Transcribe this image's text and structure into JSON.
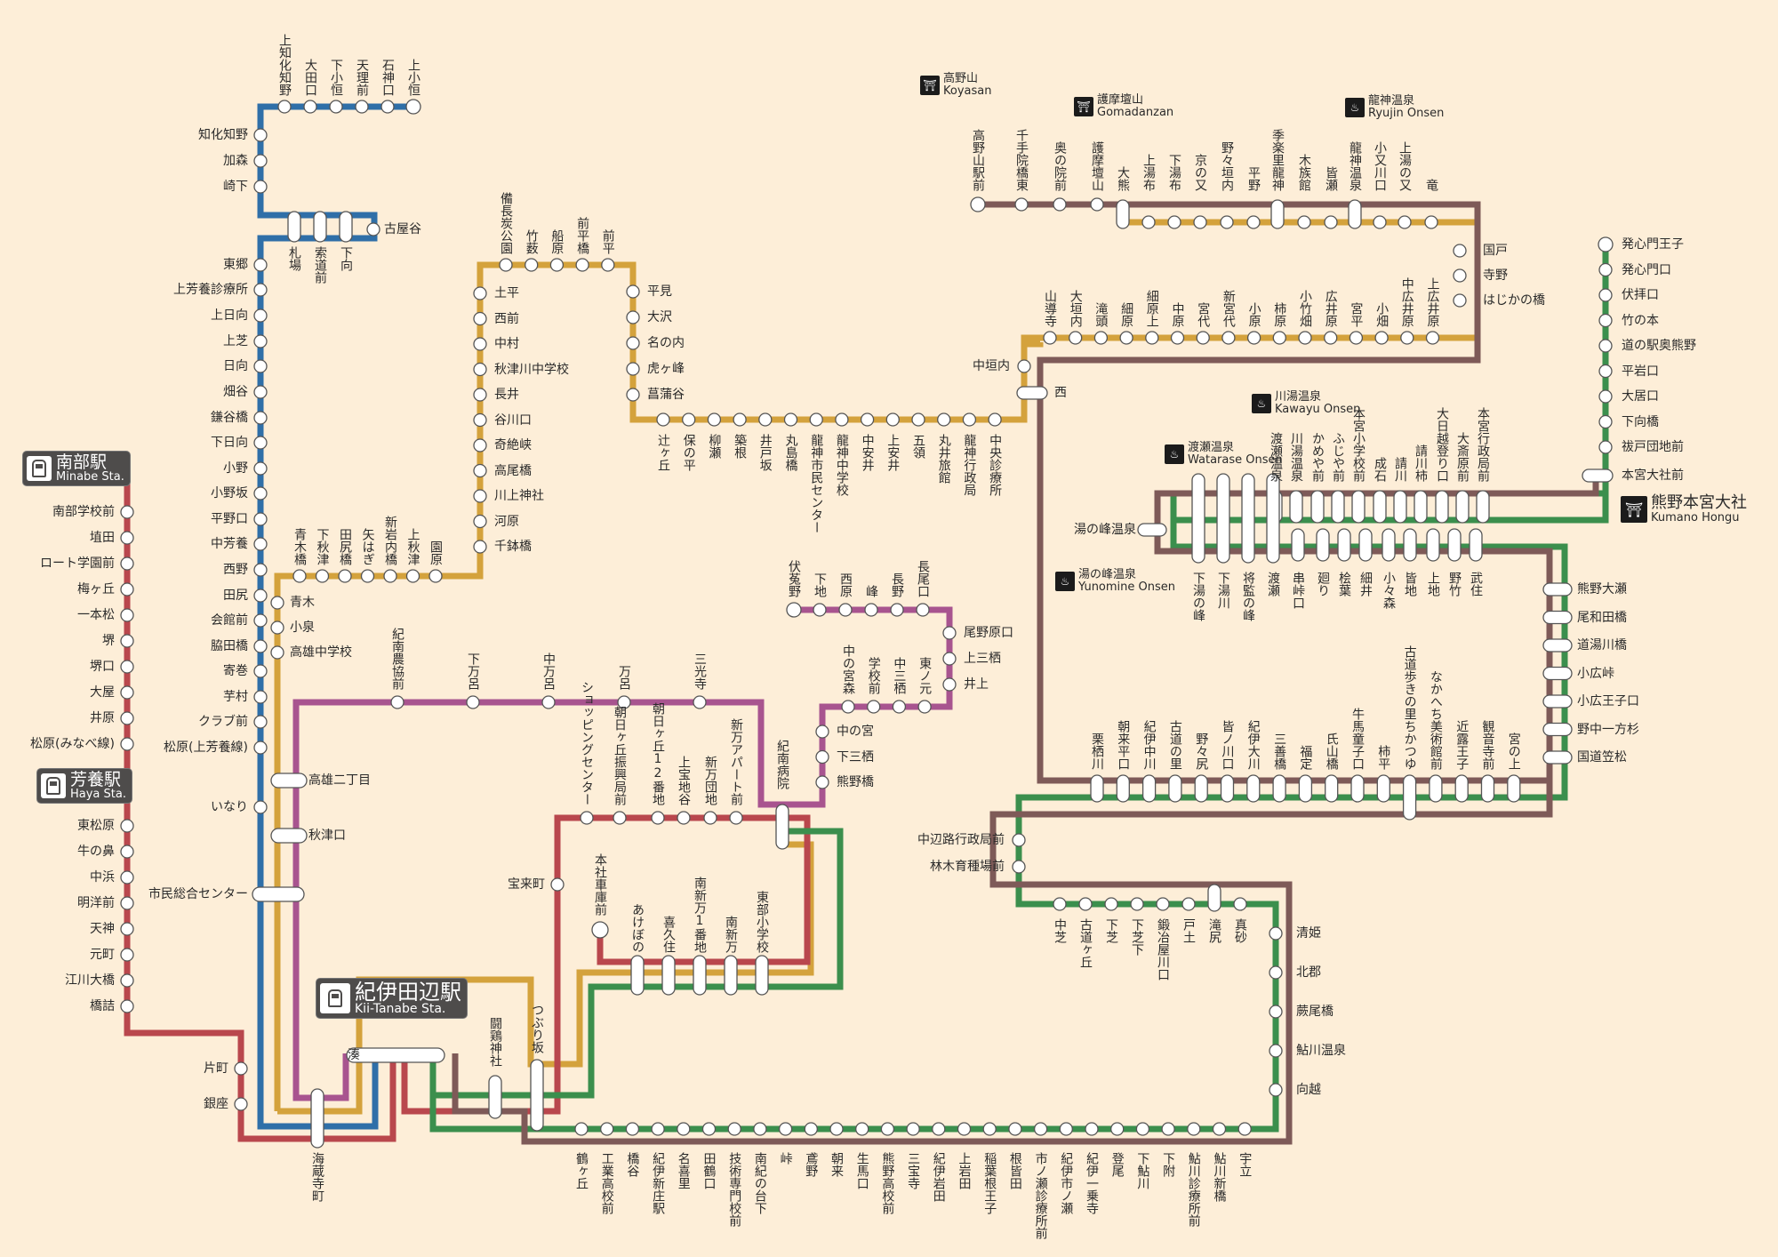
{
  "colors": {
    "background": "#fdeed8",
    "blue_line": "#2f6fa8",
    "gold_line": "#d4a23c",
    "red_line": "#b9474d",
    "purple_line": "#a8548f",
    "brown_line": "#7e5a58",
    "green_line": "#3b8f4d",
    "badge_bg": "#4e4c4b"
  },
  "terminals": {
    "minabe": {
      "ja": "南部駅",
      "en": "Minabe Sta.",
      "icon": "train-icon"
    },
    "haya": {
      "ja": "芳養駅",
      "en": "Haya Sta.",
      "icon": "train-icon"
    },
    "kii_tanabe": {
      "ja": "紀伊田辺駅",
      "en": "Kii-Tanabe Sta.",
      "icon": "train-icon"
    }
  },
  "landmarks": {
    "koyasan": {
      "ja": "高野山",
      "en": "Koyasan",
      "icon": "temple-icon"
    },
    "gomadanzan": {
      "ja": "護摩壇山",
      "en": "Gomadanzan",
      "icon": "temple-icon"
    },
    "ryujin": {
      "ja": "龍神温泉",
      "en": "Ryujin Onsen",
      "icon": "hot-spring-icon"
    },
    "kawayu": {
      "ja": "川湯温泉",
      "en": "Kawayu Onsen",
      "icon": "hot-spring-icon"
    },
    "watarase": {
      "ja": "渡瀬温泉",
      "en": "Watarase Onsen",
      "icon": "hot-spring-icon"
    },
    "yunomine": {
      "ja": "湯の峰温泉",
      "en": "Yunomine Onsen",
      "icon": "hot-spring-icon"
    },
    "kumano_hongu": {
      "ja": "熊野本宮大社",
      "en": "Kumano Hongu",
      "icon": "temple-icon"
    }
  },
  "stations": {
    "minabe_line": [
      "南部学校前",
      "埴田",
      "ロート学園前",
      "梅ヶ丘",
      "一本松",
      "堺",
      "堺口",
      "大屋",
      "井原",
      "松原(みなべ線)"
    ],
    "haya_line": [
      "東松原",
      "牛の鼻",
      "中浜",
      "明洋前",
      "天神",
      "元町",
      "江川大橋",
      "橋詰",
      "片町",
      "銀座"
    ],
    "kamihaya_top": [
      "上知化知野",
      "大田口",
      "下小恒",
      "天理前",
      "石神口",
      "上小恒"
    ],
    "kamihaya_west": [
      "知化知野",
      "加森",
      "崎下",
      "東郷",
      "上芳養診療所",
      "上日向",
      "上芝",
      "日向",
      "畑谷",
      "鎌谷橋",
      "下日向",
      "小野",
      "小野坂",
      "平野口",
      "中芳養",
      "西野",
      "田尻",
      "会館前",
      "脇田橋",
      "寄巻",
      "芋村",
      "クラブ前",
      "松原(上芳養線)",
      "いなり"
    ],
    "kamihaya_loop": [
      "札場",
      "索道前",
      "下向"
    ],
    "kamihaya_loop_end": "古屋谷",
    "shared_trunk": [
      "高雄二丁目",
      "秋津口",
      "市民総合センター",
      "湊",
      "海蔵寺町"
    ],
    "gold_west": [
      "青木",
      "小泉",
      "高雄中学校"
    ],
    "gold_row": [
      "青木橋",
      "下秋津",
      "田尻橋",
      "矢はぎ",
      "新岩内橋",
      "上秋津",
      "園原"
    ],
    "gold_col": [
      "土平",
      "西前",
      "中村",
      "秋津川中学校",
      "長井",
      "谷川口",
      "奇絶峡",
      "高尾橋",
      "川上神社",
      "河原",
      "千鉢橋"
    ],
    "gold_top": [
      "備長炭公園",
      "竹薮",
      "船原",
      "前平橋",
      "前平"
    ],
    "gold_east_col": [
      "平見",
      "大沢",
      "名の内",
      "虎ヶ峰",
      "菖蒲谷"
    ],
    "gold_bottom": [
      "辻ヶ丘",
      "保の平",
      "柳瀬",
      "築根",
      "井戸坂",
      "丸島橋",
      "龍神市民センター",
      "龍神中学校",
      "中安井",
      "上安井",
      "五領",
      "丸井旅館",
      "龍神行政局",
      "中央診療所"
    ],
    "gold_upper_junction": [
      "中垣内",
      "西"
    ],
    "gold_row2": [
      "山導寺",
      "大垣内",
      "滝頭",
      "細原",
      "細原上",
      "中原",
      "宮代",
      "新宮代",
      "小原",
      "柿原",
      "小竹畑",
      "広井原",
      "宮平",
      "小畑",
      "中広井原",
      "上広井原"
    ],
    "gold_right_col": [
      "国戸",
      "寺野",
      "はじかの橋"
    ],
    "koya_top": [
      "高野山駅前",
      "千手院橋東",
      "奥の院前",
      "護摩壇山",
      "大熊",
      "上湯布",
      "下湯布",
      "京の又",
      "野々垣内",
      "平野",
      "季楽里龍神",
      "木族館",
      "皆瀬",
      "龍神温泉",
      "小又川口",
      "上湯の又",
      "竜"
    ],
    "purple_row": [
      "紀南農協前",
      "下万呂",
      "中万呂",
      "万呂",
      "三光寺"
    ],
    "purple_top": [
      "伏菟野",
      "下地",
      "西原",
      "峰",
      "長野",
      "長尾口"
    ],
    "purple_east": [
      "尾野原口",
      "上三栖",
      "井上"
    ],
    "purple_mid": [
      "中の宮森",
      "学校前",
      "中三栖",
      "東ノ元"
    ],
    "purple_col": [
      "中の宮",
      "下三栖",
      "熊野橋"
    ],
    "red_row": [
      "ショッピングセンター",
      "朝日ヶ丘振興局前",
      "朝日ヶ丘12番地",
      "上宝地谷",
      "新万団地",
      "新万アパート前",
      "紀南病院"
    ],
    "red_col": [
      "宝来町",
      "本社車庫前"
    ],
    "shinmachi": [
      "あけぼの",
      "喜久住",
      "南新万1番地",
      "南新万",
      "東部小学校"
    ],
    "kiitanabe_east": [
      "闘鶏神社",
      "つぶり坂"
    ],
    "bottom_row": [
      "鶴ヶ丘",
      "工業高校前",
      "橋谷",
      "紀伊新庄駅",
      "名喜里",
      "田鶴口",
      "技術専門校前",
      "南紀の台下",
      "峠",
      "鳶野",
      "朝来",
      "生馬口",
      "熊野高校前",
      "三宝寺",
      "紀伊岩田",
      "上岩田",
      "稲葉根王子",
      "根皆田",
      "市ノ瀬診療所前",
      "紀伊市ノ瀬",
      "紀伊一乗寺",
      "登尾",
      "下鮎川",
      "下附",
      "鮎川診療所前",
      "鮎川新橋",
      "宇立"
    ],
    "east_col": [
      "清姫",
      "北郡",
      "蕨尾橋",
      "鮎川温泉",
      "向越"
    ],
    "green_mid": [
      "中芝",
      "古道ヶ丘",
      "下芝",
      "下芝下",
      "鍛冶屋川口",
      "戸土",
      "滝尻",
      "真砂"
    ],
    "green_west": [
      "中辺路行政局前",
      "林木育種場前"
    ],
    "nakahechi_row": [
      "栗栖川",
      "朝来平口",
      "紀伊中川",
      "古道の里",
      "野々尻",
      "皆ノ川口",
      "紀伊大川",
      "三善橋",
      "福定",
      "氏山橋",
      "牛馬童子口",
      "柿平",
      "古道歩きの里ちかつゆ",
      "なかへち美術館前",
      "近露王子",
      "観音寺前",
      "宮の上"
    ],
    "kumano_col": [
      "熊野大瀬",
      "尾和田橋",
      "道湯川橋",
      "小広峠",
      "小広王子口",
      "野中一方杉",
      "国道笠松"
    ],
    "hongu_upper": [
      "渡瀬温泉",
      "川湯温泉",
      "かめや前",
      "ふじや前",
      "本宮小学校前",
      "成石",
      "請川",
      "請川柿",
      "大日越登り口",
      "大斎原前",
      "本宮行政局前"
    ],
    "hongu_lower": [
      "下湯の峰",
      "下湯川",
      "将監の峰",
      "渡瀬",
      "串峠口",
      "廻り",
      "桧葉",
      "細井",
      "小々森",
      "皆地",
      "上地",
      "野竹",
      "武住"
    ],
    "yunomine": "湯の峰温泉",
    "hosshinmon": [
      "発心門王子",
      "発心門口",
      "伏拝口",
      "竹の本",
      "道の駅奥熊野",
      "平岩口",
      "大居口",
      "下向橋",
      "祓戸団地前",
      "本宮大社前"
    ]
  }
}
